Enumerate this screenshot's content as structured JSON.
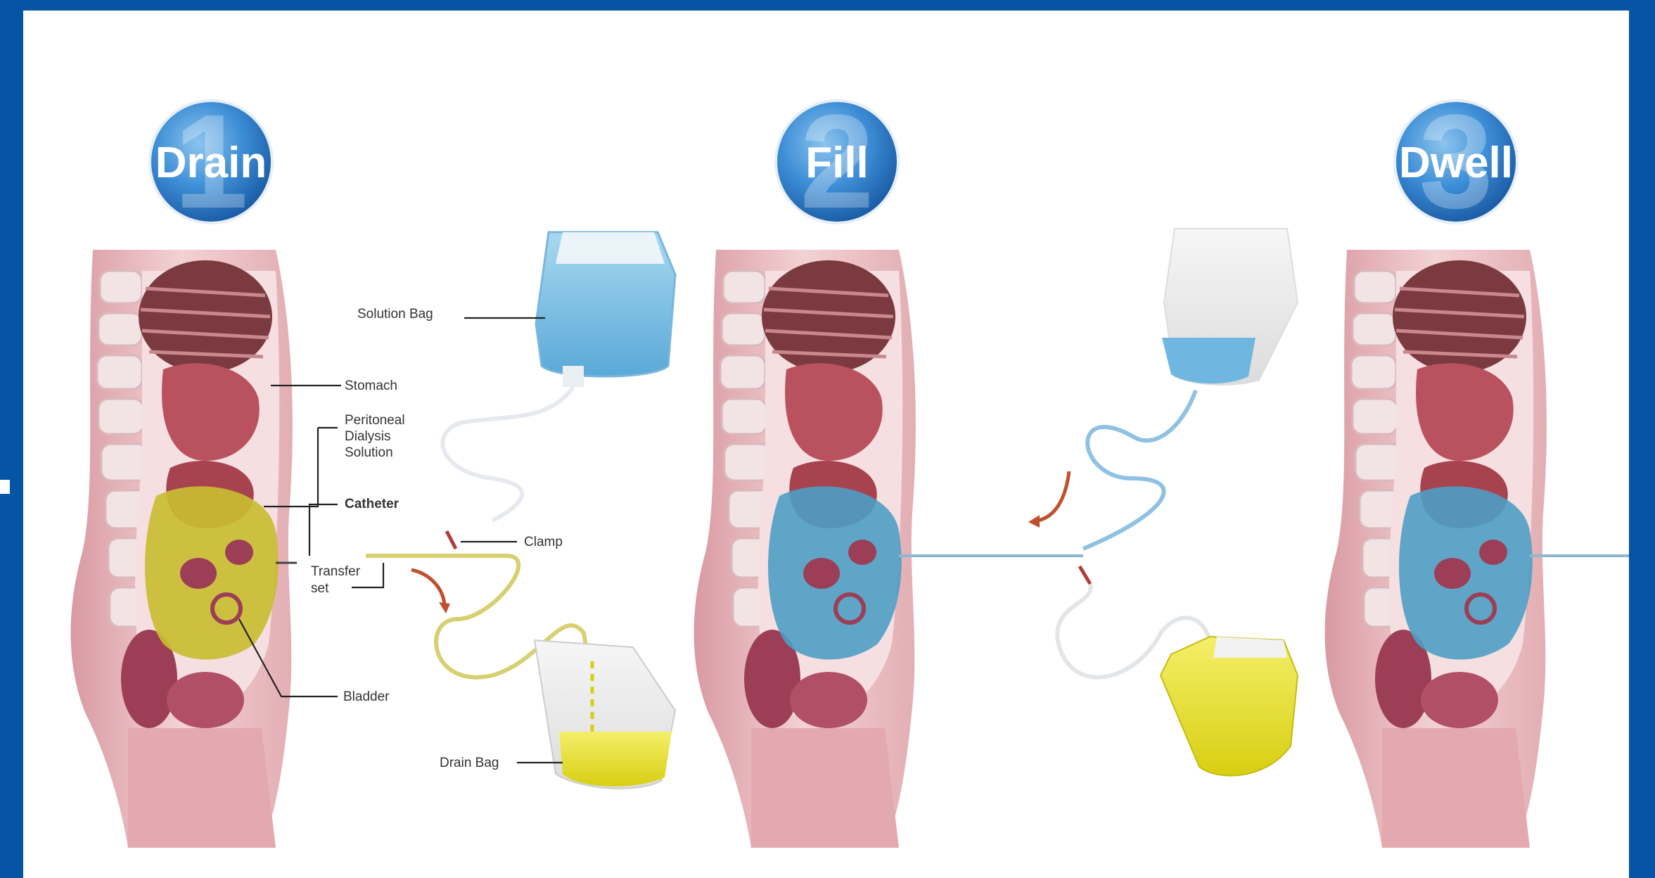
{
  "steps": [
    {
      "number": "1",
      "title": "Drain"
    },
    {
      "number": "2",
      "title": "Fill"
    },
    {
      "number": "3",
      "title": "Dwell"
    }
  ],
  "labels": {
    "solution_bag": "Solution Bag",
    "stomach": "Stomach",
    "peritoneal_line1": "Peritoneal",
    "peritoneal_line2": "Dialysis",
    "peritoneal_line3": "Solution",
    "catheter": "Catheter",
    "clamp": "Clamp",
    "transfer_line1": "Transfer",
    "transfer_line2": "set",
    "bladder": "Bladder",
    "drain_bag": "Drain Bag"
  },
  "colors": {
    "frame": "#0654a4",
    "badge": "#3d8ed6",
    "solution_blue": "#7fc2e6",
    "drained_yellow": "#e8e12c",
    "skin": "#e6b0b4"
  }
}
